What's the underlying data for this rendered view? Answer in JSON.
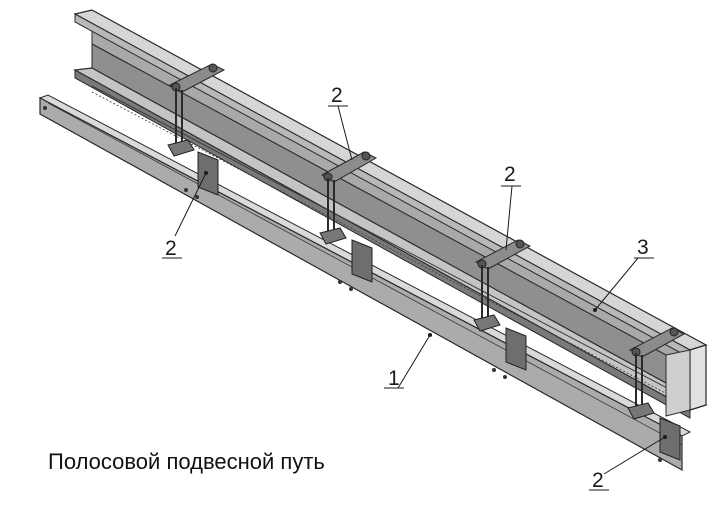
{
  "caption": "Полосовой подвесной путь",
  "callouts": {
    "c1": "1",
    "c2_left": "2",
    "c2_mid": "2",
    "c2_right": "2",
    "c2_bottom": "2",
    "c3": "3"
  },
  "colors": {
    "beam_top": "#d3d3d3",
    "beam_web": "#9c9c9c",
    "beam_dark": "#6e6e6e",
    "strip": "#a6a6a6",
    "outline": "#2a2a2a",
    "hardware": "#555555"
  }
}
